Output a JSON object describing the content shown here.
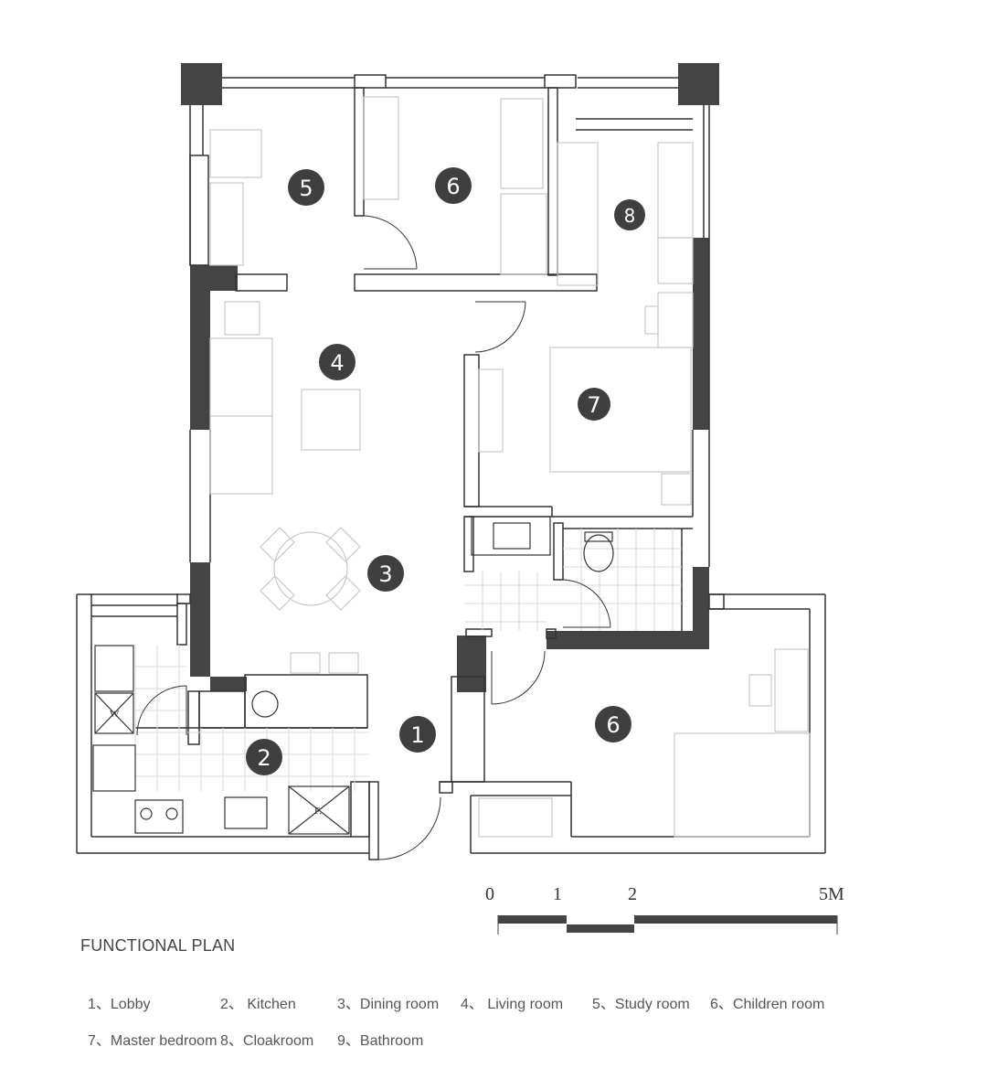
{
  "plan": {
    "title": "FUNCTIONAL PLAN",
    "colors": {
      "wall": "#444444",
      "line": "#333333",
      "furniture": "#c8c8c8",
      "marker": "#3f3f3f",
      "tile": "#d9d9d9"
    },
    "markers": [
      "1",
      "2",
      "3",
      "4",
      "5",
      "6",
      "6",
      "7",
      "8"
    ],
    "fixture_labels": {
      "washer": "W",
      "fridge": "F."
    },
    "scale": {
      "labels": [
        "0",
        "1",
        "2",
        "5M"
      ]
    },
    "legend": [
      "1、Lobby",
      "2、 Kitchen",
      "3、Dining room",
      "4、 Living room",
      "5、Study room",
      "6、Children room",
      "7、Master bedroom",
      "8、Cloakroom",
      "9、Bathroom"
    ]
  }
}
